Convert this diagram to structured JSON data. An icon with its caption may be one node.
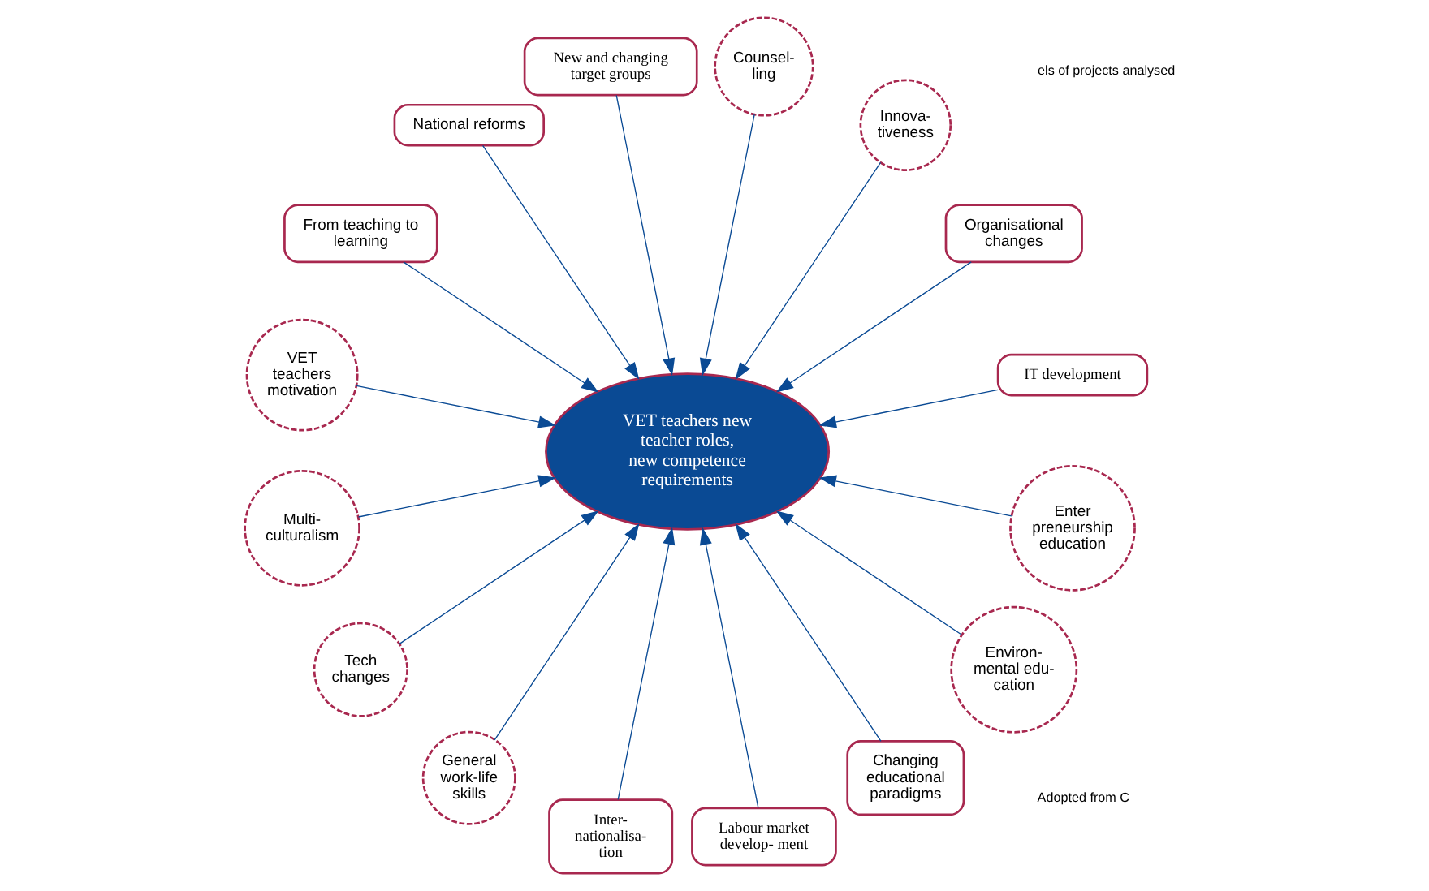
{
  "diagram": {
    "nodes": [
      {
        "text": [
          "IT development"
        ]
      },
      {
        "text": [
          "Organisational changes"
        ]
      },
      {
        "text": [
          "Innova- tiveness"
        ]
      },
      {
        "text": [
          "Counsel- ling"
        ]
      },
      {
        "text": [
          "New and changing target groups"
        ]
      },
      {
        "text": [
          "VET teachers new teacher roles, new competence requirements"
        ]
      },
      {
        "text": [
          "National reforms"
        ]
      },
      {
        "text": [
          "From teaching to learning"
        ]
      },
      {
        "text": [
          "VET teachers motivation"
        ]
      },
      {
        "text": [
          "Multi- culturalism"
        ]
      },
      {
        "text": [
          "Tech changes"
        ]
      },
      {
        "text": [
          "General work-life skills"
        ]
      },
      {
        "text": [
          "Inter- nationalisa- tion"
        ]
      },
      {
        "text": [
          "Labour market develop- ment"
        ]
      },
      {
        "text": [
          "Changing educational paradigms"
        ]
      },
      {
        "text": [
          "Environ- mental edu- cation"
        ]
      },
      {
        "text": [
          "Enter preneurship education"
        ]
      }
    ],
    "edges": [
      {
        "from": 0,
        "to": 5,
        "arrow": "to"
      },
      {
        "from": 1,
        "to": 5,
        "arrow": "to"
      },
      {
        "from": 2,
        "to": 5,
        "arrow": "to"
      },
      {
        "from": 3,
        "to": 5,
        "arrow": "to"
      },
      {
        "from": 4,
        "to": 5,
        "arrow": "to"
      },
      {
        "from": 6,
        "to": 5,
        "arrow": "to"
      },
      {
        "from": 7,
        "to": 5,
        "arrow": "to"
      },
      {
        "from": 8,
        "to": 5,
        "arrow": "to"
      },
      {
        "from": 9,
        "to": 5,
        "arrow": "to"
      },
      {
        "from": 10,
        "to": 5,
        "arrow": "to"
      },
      {
        "from": 11,
        "to": 5,
        "arrow": "to"
      },
      {
        "from": 12,
        "to": 5,
        "arrow": "to"
      },
      {
        "from": 13,
        "to": 5,
        "arrow": "to"
      },
      {
        "from": 14,
        "to": 5,
        "arrow": "to"
      },
      {
        "from": 15,
        "to": 5,
        "arrow": "to"
      },
      {
        "from": 16,
        "to": 5,
        "arrow": "to"
      }
    ],
    "labels": [
      "els of projects analysed",
      "Adopted from C"
    ]
  }
}
